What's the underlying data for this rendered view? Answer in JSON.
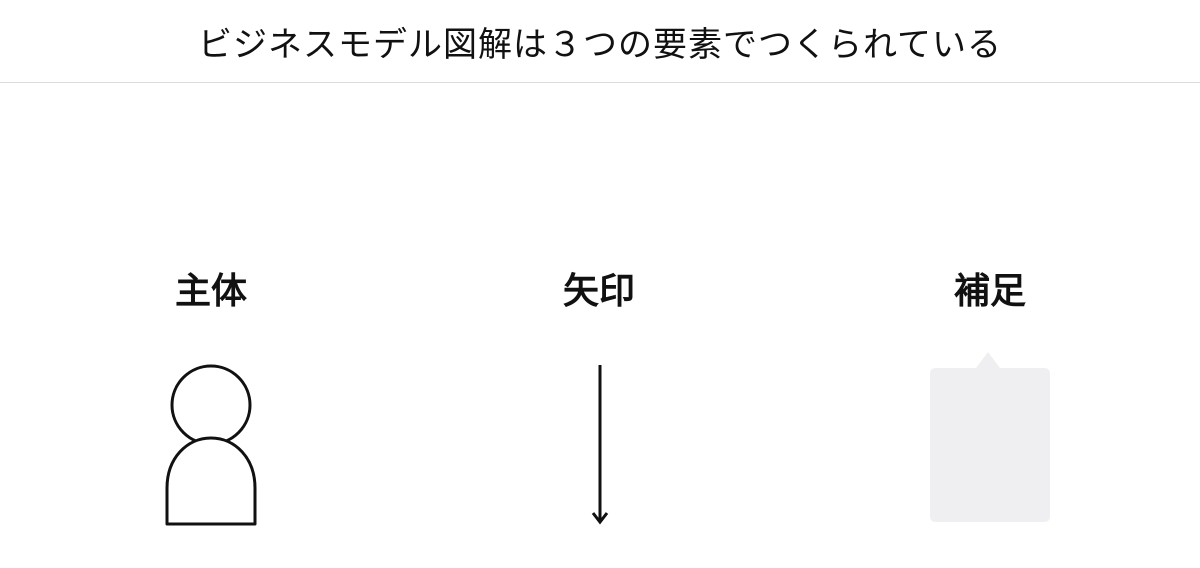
{
  "header": {
    "title": "ビジネスモデル図解は３つの要素でつくられている"
  },
  "elements": [
    {
      "label": "主体",
      "icon": "person-icon"
    },
    {
      "label": "矢印",
      "icon": "arrow-down-icon"
    },
    {
      "label": "補足",
      "icon": "note-balloon-icon"
    }
  ],
  "colors": {
    "text": "#111111",
    "divider": "#dcdcdc",
    "note_fill": "#efeff1"
  }
}
